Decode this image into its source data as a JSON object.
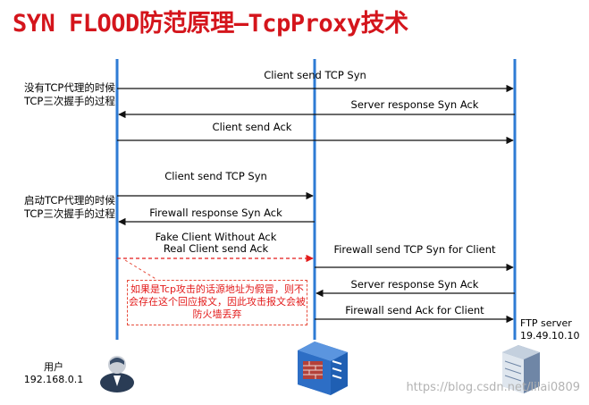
{
  "title": "SYN FLOOD防范原理—TcpProxy技术",
  "sections": [
    {
      "label": "没有TCP代理的时候TCP三次握手的过程"
    },
    {
      "label": "启动TCP代理的时候TCP三次握手的过程"
    }
  ],
  "messages": [
    "Client send TCP Syn",
    "Server response Syn Ack",
    "Client send Ack",
    "Client send TCP Syn",
    "Firewall response Syn Ack",
    "Fake Client Without Ack",
    "Real Client send Ack",
    "Firewall send TCP Syn for Client",
    "Server response Syn Ack",
    "Firewall send Ack for Client"
  ],
  "note": "如果是Tcp攻击的话源地址为假冒，则不会存在这个回应报文，因此攻击报文会被防火墙丢弃",
  "nodes": {
    "client": {
      "label": "用户",
      "ip": "192.168.0.1"
    },
    "server": {
      "label": "FTP server",
      "ip": "19.49.10.10"
    }
  },
  "colors": {
    "title": "#d4151c",
    "lifeline": "#2e7bd4",
    "note": "#e31b1b"
  },
  "watermark": "https://blog.csdn.net/lilai0809"
}
